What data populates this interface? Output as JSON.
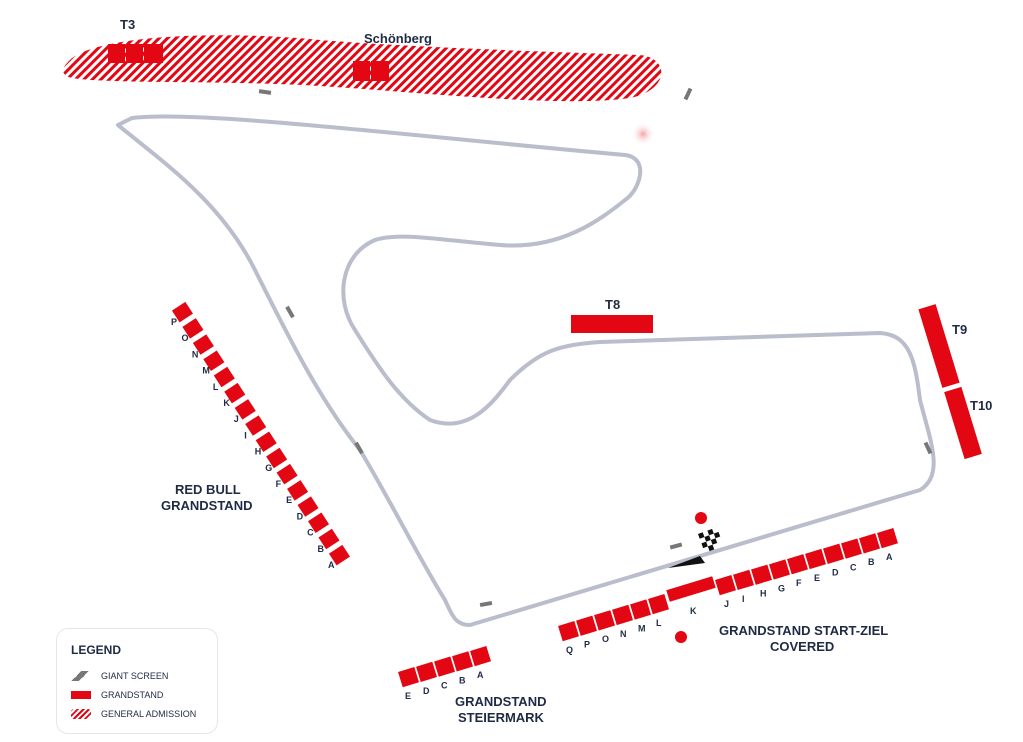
{
  "labels": {
    "t3": "T3",
    "schonberg": "Schönberg",
    "t8": "T8",
    "t9": "T9",
    "t10": "T10",
    "redbull_line1": "RED BULL",
    "redbull_line2": "GRANDSTAND",
    "startziel_line1": "GRANDSTAND START-ZIEL",
    "startziel_line2": "COVERED",
    "steiermark_line1": "GRANDSTAND",
    "steiermark_line2": "STEIERMARK"
  },
  "redbull_sections": [
    "P",
    "O",
    "N",
    "M",
    "L",
    "K",
    "J",
    "I",
    "H",
    "G",
    "F",
    "E",
    "D",
    "C",
    "B",
    "A"
  ],
  "startziel_left_sections": [
    "Q",
    "P",
    "O",
    "N",
    "M",
    "L"
  ],
  "startziel_k": "K",
  "startziel_right_sections": [
    "J",
    "I",
    "H",
    "G",
    "F",
    "E",
    "D",
    "C",
    "B",
    "A"
  ],
  "steiermark_sections": [
    "E",
    "D",
    "C",
    "B",
    "A"
  ],
  "legend": {
    "title": "LEGEND",
    "giant_screen": "GIANT SCREEN",
    "grandstand": "GRANDSTAND",
    "general_admission": "GENERAL ADMISSION"
  },
  "colors": {
    "grandstand": "#e30613",
    "track": "#b9bdcc",
    "text": "#1f2a44",
    "screen": "#777777"
  }
}
